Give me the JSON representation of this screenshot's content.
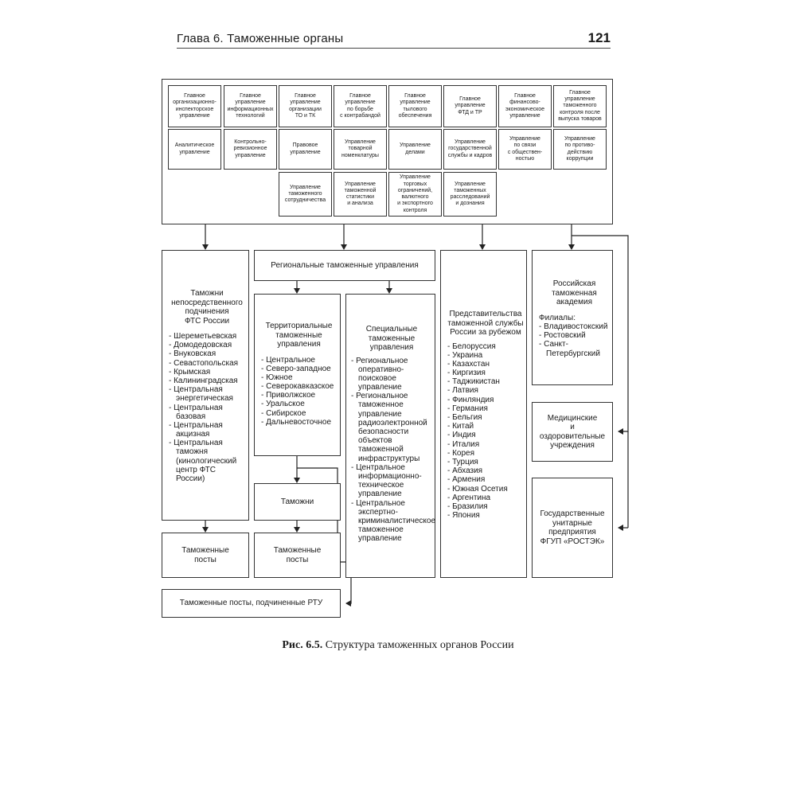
{
  "header": {
    "title": "Глава 6. Таможенные органы",
    "page_number": "121"
  },
  "departments": [
    [
      "Главное\nорганизационно-\nинспекторское\nуправление",
      "Главное\nуправление\nинформационных\nтехнологий",
      "Главное\nуправление\nорганизации\nТО и ТК",
      "Главное\nуправление\nпо борьбе\nс контрабандой",
      "Главное\nуправление\nтылового\nобеспечения",
      "Главное\nуправление\nФТД и ТР",
      "Главное\nфинансово-\nэкономическое\nуправление",
      "Главное\nуправление\nтаможенного\nконтроля после\nвыпуска товаров"
    ],
    [
      "Аналитическое\nуправление",
      "Контрольно-\nревизионное\nуправление",
      "Правовое\nуправление",
      "Управление\nтоварной\nноменклатуры",
      "Управление\nделами",
      "Управление\nгосударственной\nслужбы и кадров",
      "Управление\nпо связи\nс обществен-\nностью",
      "Управление\nпо противо-\nдействию\nкоррупции"
    ],
    [
      "Управление\nтаможенного\nсотрудничества",
      "Управление\nтаможенной\nстатистики\nи анализа",
      "Управление\nторговых\nограничений,\nвалютного\nи экспортного\nконтроля",
      "Управление\nтаможенных\nрасследований\nи дознания"
    ]
  ],
  "direct_customs": {
    "title": "Таможни\nнепосредственного\nподчинения\nФТС России",
    "items": [
      "Шереметьевская",
      "Домодедовская",
      "Внуковская",
      "Севастопольская",
      "Крымская",
      "Калининградская",
      "Центральная энергетическая",
      "Центральная базовая",
      "Центральная акцизная",
      "Центральная таможня (кинологический центр ФТС России)"
    ]
  },
  "regional": {
    "title": "Региональные таможенные управления"
  },
  "territorial": {
    "title": "Территориальные\nтаможенные\nуправления",
    "items": [
      "Центральное",
      "Северо-западное",
      "Южное",
      "Северокавказское",
      "Приволжское",
      "Уральское",
      "Сибирское",
      "Дальневосточное"
    ]
  },
  "special": {
    "title": "Специальные\nтаможенные\nуправления",
    "items": [
      "Региональное оперативно-поисковое управление",
      "Региональное таможенное управление радиоэлектронной безопасности объектов таможенной инфраструктуры",
      "Центральное информационно-техническое управление",
      "Центральное экспертно-криминалистическое таможенное управление"
    ]
  },
  "representatives": {
    "title": "Представительства\nтаможенной службы\nРоссии за рубежом",
    "items": [
      "Белоруссия",
      "Украина",
      "Казахстан",
      "Киргизия",
      "Таджикистан",
      "Латвия",
      "Финляндия",
      "Германия",
      "Бельгия",
      "Китай",
      "Индия",
      "Италия",
      "Корея",
      "Турция",
      "Абхазия",
      "Армения",
      "Южная Осетия",
      "Аргентина",
      "Бразилия",
      "Япония"
    ]
  },
  "academy": {
    "title": "Российская\nтаможенная\nакадемия",
    "branches_label": "Филиалы:",
    "items": [
      "Владивостокский",
      "Ростовский",
      "Санкт-Петербургский"
    ]
  },
  "customs": "Таможни",
  "posts_left": "Таможенные\nпосты",
  "posts_mid": "Таможенные\nпосты",
  "posts_rtu": "Таможенные посты, подчиненные РТУ",
  "medical": "Медицинские\nи оздоровительные\nучреждения",
  "enterprises": "Государственные\nунитарные\nпредприятия\nФГУП «РОСТЭК»",
  "caption": {
    "label": "Рис. 6.5.",
    "text": " Структура таможенных органов России"
  }
}
